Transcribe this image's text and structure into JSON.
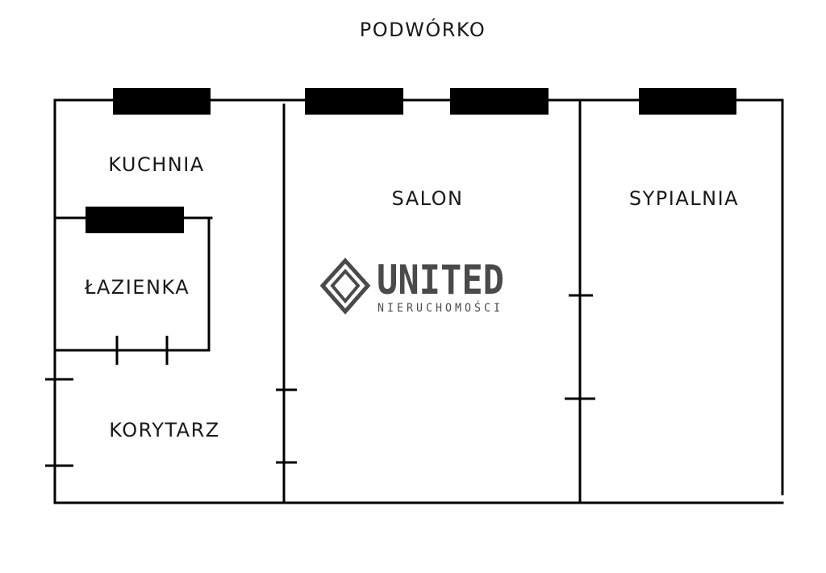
{
  "labels": {
    "courtyard": "PODWÓRKO",
    "kitchen": "KUCHNIA",
    "bathroom": "ŁAZIENKA",
    "hallway": "KORYTARZ",
    "living_room": "SALON",
    "bedroom": "SYPIALNIA"
  },
  "logo": {
    "name": "UNITED",
    "tagline": "NIERUCHOMOŚCI"
  },
  "colors": {
    "line": "#000000",
    "logo": "#4a4a4a",
    "background": "#ffffff"
  }
}
